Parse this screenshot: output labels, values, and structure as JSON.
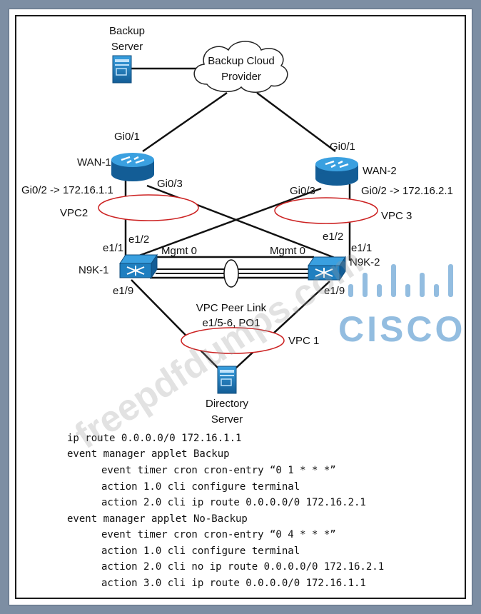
{
  "diagram": {
    "labels": {
      "backup_server": [
        "Backup",
        "Server"
      ],
      "cloud": [
        "Backup Cloud",
        "Provider"
      ],
      "wan1": "WAN-1",
      "wan2": "WAN-2",
      "wan1_gi01": "Gi0/1",
      "wan2_gi01": "Gi0/1",
      "wan1_gi02": "Gi0/2 -> 172.16.1.1",
      "wan1_gi03": "Gi0/3",
      "wan2_gi03": "Gi0/3",
      "wan2_gi02": "Gi0/2 -> 172.16.2.1",
      "vpc2": "VPC2",
      "vpc3": "VPC 3",
      "vpc1": "VPC 1",
      "n9k1": "N9K-1",
      "n9k2": "N9K-2",
      "e11_left": "e1/1",
      "e12_left": "e1/2",
      "e12_right": "e1/2",
      "e11_right": "e1/1",
      "mgmt_left": "Mgmt 0",
      "mgmt_right": "Mgmt 0",
      "e19_left": "e1/9",
      "e19_right": "e1/9",
      "peer_link": [
        "VPC Peer Link",
        "e1/5-6, PO1"
      ],
      "directory_server": [
        "Directory",
        "Server"
      ]
    }
  },
  "config": {
    "lines": [
      "ip route 0.0.0.0/0 172.16.1.1",
      "event manager applet Backup",
      "event timer cron cron-entry “0 1 * * *”",
      "action 1.0 cli configure terminal",
      "action 2.0 cli ip route 0.0.0.0/0 172.16.2.1",
      "event manager applet No-Backup",
      "event timer cron cron-entry “0 4 * * *”",
      "action 1.0 cli configure terminal",
      "action 2.0 cli no ip route 0.0.0.0/0 172.16.2.1",
      "action 3.0 cli ip route 0.0.0.0/0 172.16.1.1"
    ]
  },
  "watermark": {
    "text": "freepdfdumps.com",
    "logo_text": "CISCO"
  },
  "colors": {
    "device": "#1f7fc0",
    "vpc_ellipse": "#cc2222",
    "logo": "#6fa8d6"
  }
}
